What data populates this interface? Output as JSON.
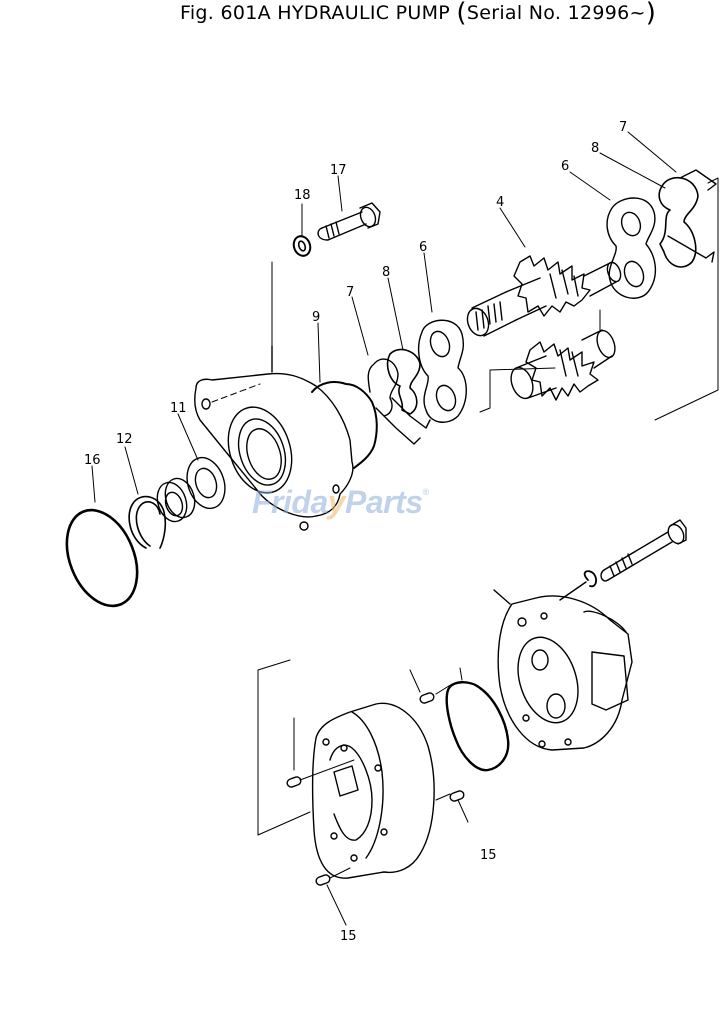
{
  "title": {
    "figure": "Fig. 601A",
    "name": "HYDRAULIC PUMP",
    "serial_prefix": "Serial No.",
    "serial": "12996~"
  },
  "watermark": {
    "part1": "Frida",
    "part2": "y",
    "part3": "Parts",
    "registered": "®"
  },
  "callouts": [
    {
      "id": "17",
      "label": "17",
      "part": "bolt"
    },
    {
      "id": "18",
      "label": "18",
      "part": "washer"
    },
    {
      "id": "4",
      "label": "4",
      "part": "drive gear shaft"
    },
    {
      "id": "6a",
      "label": "6",
      "part": "bushing plate (rear)"
    },
    {
      "id": "8a",
      "label": "8",
      "part": "seal (rear)"
    },
    {
      "id": "7a",
      "label": "7",
      "part": "backup ring (rear)"
    },
    {
      "id": "9",
      "label": "9",
      "part": "gasket"
    },
    {
      "id": "8b",
      "label": "8",
      "part": "seal (front)"
    },
    {
      "id": "7b",
      "label": "7",
      "part": "backup ring (front)"
    },
    {
      "id": "6b",
      "label": "6",
      "part": "bushing plate (front)"
    },
    {
      "id": "11",
      "label": "11",
      "part": "oil seal washer"
    },
    {
      "id": "12",
      "label": "12",
      "part": "snap ring"
    },
    {
      "id": "16",
      "label": "16",
      "part": "o-ring"
    },
    {
      "id": "15a",
      "label": "15",
      "part": "dowel pin"
    },
    {
      "id": "15b",
      "label": "15",
      "part": "dowel pin"
    }
  ],
  "colors": {
    "line": "#000000",
    "background": "#ffffff",
    "watermark_blue": "#8fb0db",
    "watermark_orange": "#f0b86a"
  }
}
